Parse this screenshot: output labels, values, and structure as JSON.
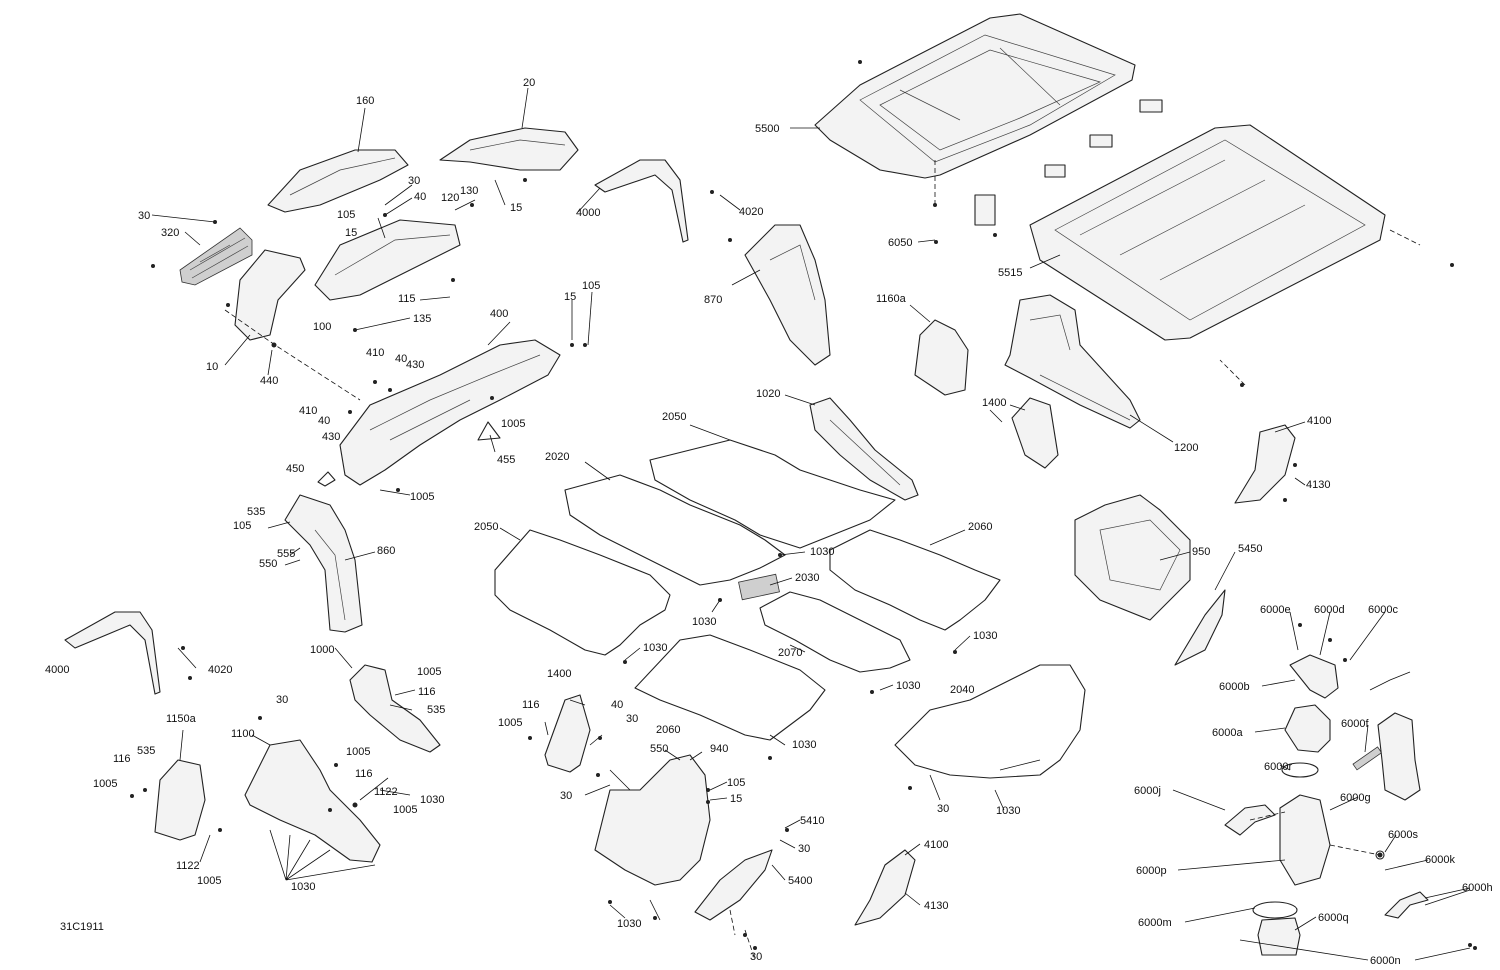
{
  "drawing_number": "31C1911",
  "callouts": {
    "c160": "160",
    "c20": "20",
    "c30a": "30",
    "c40a": "40",
    "c120": "120",
    "c130": "130",
    "c105a": "105",
    "c15a": "15",
    "c15b": "15",
    "c30b": "30",
    "c320": "320",
    "c115": "115",
    "c100": "100",
    "c135": "135",
    "c10": "10",
    "c440": "440",
    "c400": "400",
    "c15c": "15",
    "c105b": "105",
    "c410a": "410",
    "c40b": "40",
    "c430a": "430",
    "c410b": "410",
    "c40c": "40",
    "c430b": "430",
    "c1005a": "1005",
    "c455": "455",
    "c450": "450",
    "c1005b": "1005",
    "c4000a": "4000",
    "c4020a": "4020",
    "c870": "870",
    "c5500": "5500",
    "c6050": "6050",
    "c5515": "5515",
    "c1160a": "1160a",
    "c1020": "1020",
    "c1400a": "1400",
    "c1200": "1200",
    "c4100a": "4100",
    "c4130a": "4130",
    "c2050a": "2050",
    "c2020": "2020",
    "c2050b": "2050",
    "c1030a": "1030",
    "c2060a": "2060",
    "c2030": "2030",
    "c1030b": "1030",
    "c1030c": "1030",
    "c2070": "2070",
    "c1030d": "1030",
    "c1030e": "1030",
    "c950": "950",
    "c5450": "5450",
    "c535a": "535",
    "c105c": "105",
    "c555": "555",
    "c550a": "550",
    "c860": "860",
    "c4000b": "4000",
    "c4020b": "4020",
    "c1000": "1000",
    "c1005c": "1005",
    "c116a": "116",
    "c535b": "535",
    "c30c": "30",
    "c1150a": "1150a",
    "c1100": "1100",
    "c116b": "116",
    "c535c": "535",
    "c1005d": "1005",
    "c1005e": "1005",
    "c116c": "116",
    "c1122a": "1122",
    "c1005f": "1005",
    "c1030f": "1030",
    "c1122b": "1122",
    "c1005g": "1005",
    "c1030g": "1030",
    "c1400b": "1400",
    "c116d": "116",
    "c40d": "40",
    "c1005h": "1005",
    "c30d": "30",
    "c2060b": "2060",
    "c1030h": "1030",
    "c550b": "550",
    "c940": "940",
    "c30e": "30",
    "c105d": "105",
    "c15d": "15",
    "c1030i": "1030",
    "c5410": "5410",
    "c30f": "30",
    "c5400": "5400",
    "c30g": "30",
    "c2040": "2040",
    "c30h": "30",
    "c1030j": "1030",
    "c4100b": "4100",
    "c4130b": "4130",
    "c6000e": "6000e",
    "c6000d": "6000d",
    "c6000c": "6000c",
    "c6000b": "6000b",
    "c6000a": "6000a",
    "c6000f": "6000f",
    "c6000r": "6000r",
    "c6000j": "6000j",
    "c6000g": "6000g",
    "c6000s": "6000s",
    "c6000k": "6000k",
    "c6000p": "6000p",
    "c6000h": "6000h",
    "c6000m": "6000m",
    "c6000q": "6000q",
    "c6000n": "6000n"
  }
}
